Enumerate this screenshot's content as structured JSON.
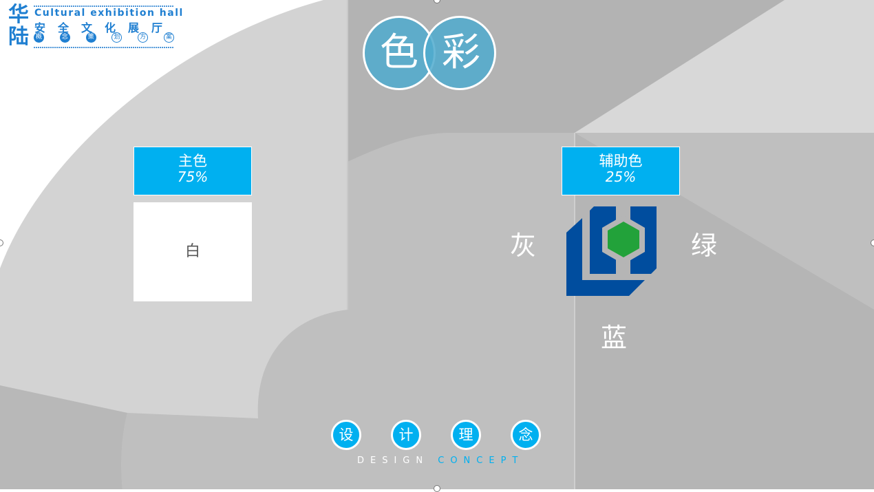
{
  "logo": {
    "mark": "华陆",
    "english": "Cultural exhibition hall",
    "chinese": "安全文化展厅",
    "sub": [
      "概",
      "念",
      "策",
      "划",
      "方",
      "案"
    ]
  },
  "title": {
    "left": "色",
    "right": "彩"
  },
  "primary": {
    "label": "主色",
    "percent": "75%",
    "color_name": "白"
  },
  "secondary": {
    "label": "辅助色",
    "percent": "25%",
    "colors": {
      "left": "灰",
      "right": "绿",
      "bottom": "蓝"
    }
  },
  "footer": {
    "circles": [
      "设",
      "计",
      "理",
      "念"
    ],
    "word1": "DESIGN",
    "word2": "CONCEPT"
  },
  "colors": {
    "accent": "#00b0f0",
    "logo_blue": "#004d9e",
    "logo_green": "#22a23a",
    "circle": "#4faace",
    "brand": "#1f7fd1"
  },
  "icons": {
    "logo": "company-logo-hexagon"
  }
}
